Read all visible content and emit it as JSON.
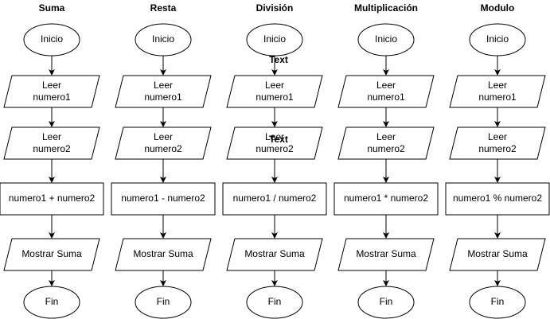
{
  "colors": {
    "stroke": "#000000",
    "fill": "#ffffff",
    "text": "#000000"
  },
  "columns": [
    {
      "title": "Suma",
      "start": "Inicio",
      "input1": [
        "Leer",
        "numero1"
      ],
      "input2": [
        "Leer",
        "numero2"
      ],
      "operation": "numero1 + numero2",
      "output": "Mostrar Suma",
      "end": "Fin"
    },
    {
      "title": "Resta",
      "start": "Inicio",
      "input1": [
        "Leer",
        "numero1"
      ],
      "input2": [
        "Leer",
        "numero2"
      ],
      "operation": "numero1 - numero2",
      "output": "Mostrar Suma",
      "end": "Fin"
    },
    {
      "title": "División",
      "start": "Inicio",
      "input1": [
        "Leer",
        "numero1"
      ],
      "input2": [
        "Leer",
        "numero2"
      ],
      "operation": "numero1 / numero2",
      "output": "Mostrar Suma",
      "end": "Fin"
    },
    {
      "title": "Multiplicación",
      "start": "Inicio",
      "input1": [
        "Leer",
        "numero1"
      ],
      "input2": [
        "Leer",
        "numero2"
      ],
      "operation": "numero1 * numero2",
      "output": "Mostrar Suma",
      "end": "Fin"
    },
    {
      "title": "Modulo",
      "start": "Inicio",
      "input1": [
        "Leer",
        "numero1"
      ],
      "input2": [
        "Leer",
        "numero2"
      ],
      "operation": "numero1 % numero2",
      "output": "Mostrar Suma",
      "end": "Fin"
    }
  ],
  "stray_labels": [
    "Text",
    "Text"
  ]
}
